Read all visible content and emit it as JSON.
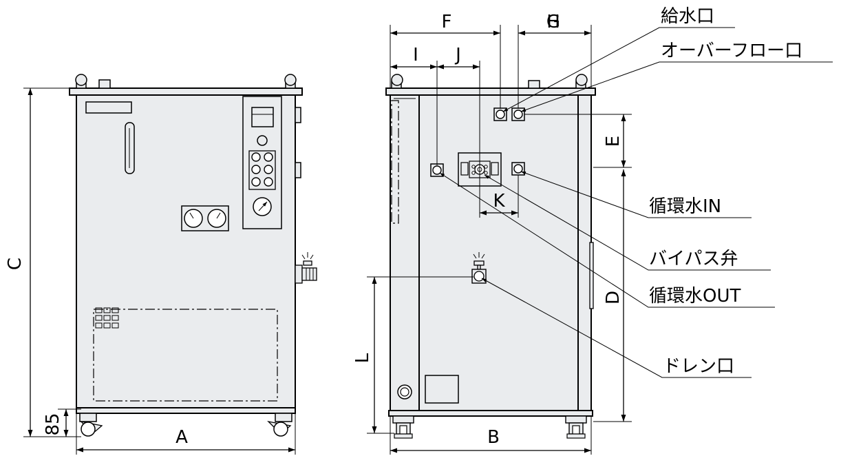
{
  "dimensions": {
    "A": "A",
    "B": "B",
    "C": "C",
    "D": "D",
    "E": "E",
    "F": "F",
    "G": "G",
    "H": "H",
    "I": "I",
    "J": "J",
    "K": "K",
    "L": "L",
    "caster_height": "85"
  },
  "callouts": {
    "water_supply": "給水口",
    "overflow": "オーバーフロー口",
    "circ_in": "循環水IN",
    "bypass_valve": "バイパス弁",
    "circ_out": "循環水OUT",
    "drain": "ドレン口"
  }
}
